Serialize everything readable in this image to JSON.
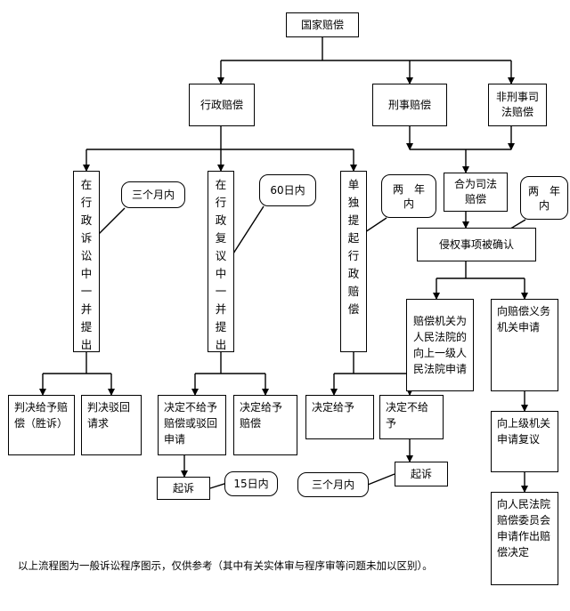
{
  "nodes": {
    "root": "国家赔偿",
    "admin": "行政赔偿",
    "criminal": "刑事赔偿",
    "noncriminal": "非刑事司法赔偿",
    "admin_litigation": "在行政诉讼中一并提出",
    "admin_review": "在行政复议中一并提出",
    "admin_separate": "单独提起行政赔偿",
    "judicial_merge": "合为司法赔偿",
    "infringement_confirmed": "侵权事项被确认",
    "court_path": "赔偿机关为人民法院的向上一级人民法院申请",
    "obligor_path": "向赔偿义务机关申请",
    "judge_grant": "判决给予赔偿（胜诉）",
    "judge_reject": "判决驳回请求",
    "review_no_grant": "决定不给予赔偿或驳回申请",
    "review_grant": "决定给予赔偿",
    "sep_grant": "决定给予",
    "sep_no_grant": "决定不给予",
    "sue_review": "起诉",
    "sue_sep": "起诉",
    "higher_review": "向上级机关申请复议",
    "committee": "向人民法院赔偿委员会申请作出赔偿决定"
  },
  "callouts": {
    "three_months_a": "三个月内",
    "sixty_days": "60日内",
    "two_years_a": "两　年\n内",
    "two_years_b": "两　年\n内",
    "fifteen_days": "15日内",
    "three_months_b": "三个月内"
  },
  "footnote": "以上流程图为一般诉讼程序图示，仅供参考（其中有关实体审与程序审等问题未加以区别）。"
}
